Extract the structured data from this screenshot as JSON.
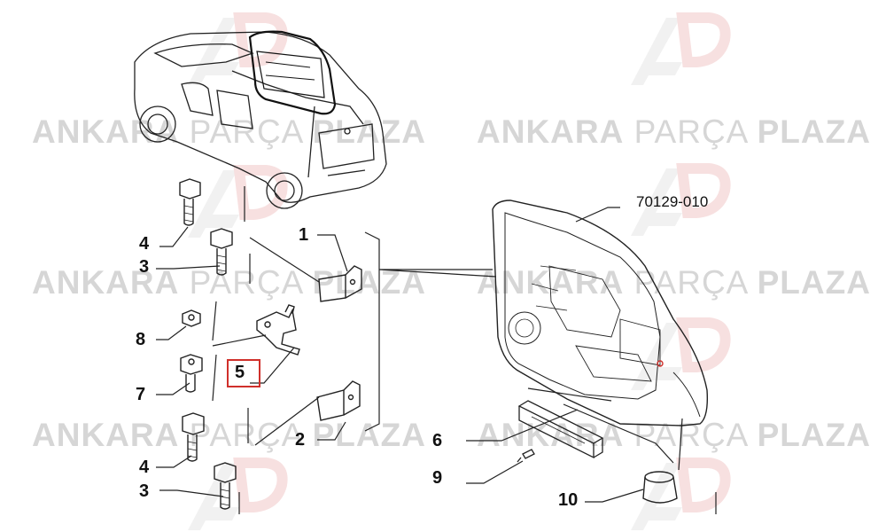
{
  "watermark": {
    "word1": "ANKARA",
    "word2": "PARÇA",
    "word3": "PLAZA"
  },
  "labels": {
    "door_part_number": "70129-010",
    "c1": "1",
    "c2": "2",
    "c3a": "3",
    "c3b": "3",
    "c4a": "4",
    "c4b": "4",
    "c5": "5",
    "c6": "6",
    "c7": "7",
    "c8": "8",
    "c9": "9",
    "c10": "10"
  },
  "colors": {
    "highlight": "#d0302b",
    "line": "#222222",
    "watermark_text": "#d6d6d6"
  },
  "highlighted_callout": "5"
}
